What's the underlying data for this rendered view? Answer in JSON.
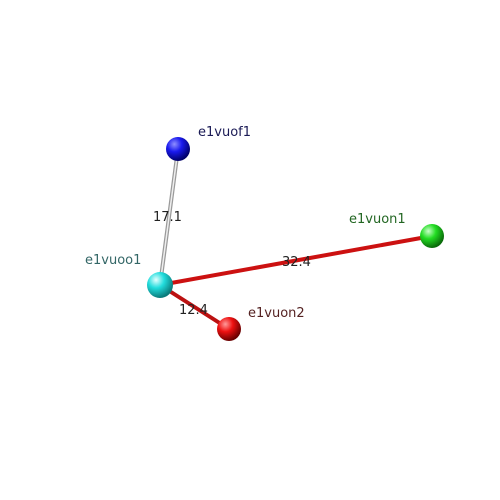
{
  "nodes": [
    {
      "id": "e1vuof1",
      "label": "e1vuof1",
      "color": "#0000ee",
      "label_color": "#1a1a55"
    },
    {
      "id": "e1vuon1",
      "label": "e1vuon1",
      "color": "#11dd11",
      "label_color": "#226622"
    },
    {
      "id": "e1vuoo1",
      "label": "e1vuoo1",
      "color": "#22dddd",
      "label_color": "#336666"
    },
    {
      "id": "e1vuon2",
      "label": "e1vuon2",
      "color": "#ee0000",
      "label_color": "#552222"
    }
  ],
  "edges": [
    {
      "from": "e1vuoo1",
      "to": "e1vuof1",
      "label": "17.1",
      "color": "#bbbbbb"
    },
    {
      "from": "e1vuoo1",
      "to": "e1vuon1",
      "label": "32.4",
      "color": "#cc1111"
    },
    {
      "from": "e1vuoo1",
      "to": "e1vuon2",
      "label": "12.4",
      "color": "#bb1111"
    }
  ]
}
